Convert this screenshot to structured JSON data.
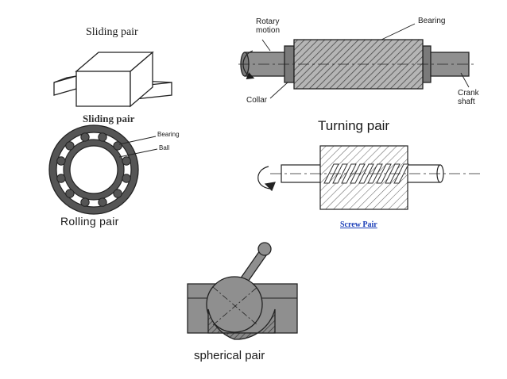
{
  "figures": {
    "sliding": {
      "title": "Sliding pair",
      "caption": "Sliding pair"
    },
    "turning": {
      "caption": "Turning pair",
      "labels": {
        "rotary_motion": "Rotary\nmotion",
        "bearing": "Bearing",
        "collar": "Collar",
        "crank_shaft": "Crank\nshaft"
      }
    },
    "rolling": {
      "caption": "Rolling pair",
      "labels": {
        "bearing": "Bearing",
        "ball": "Ball"
      }
    },
    "screw": {
      "caption": "Screw Pair",
      "link_color": "#1c3fb8"
    },
    "spherical": {
      "caption": "spherical pair"
    }
  },
  "colors": {
    "ink": "#1a1a1a",
    "gray_fill": "#8f8f8f",
    "dark_fill": "#555555",
    "hatch": "#6b6b6b"
  }
}
